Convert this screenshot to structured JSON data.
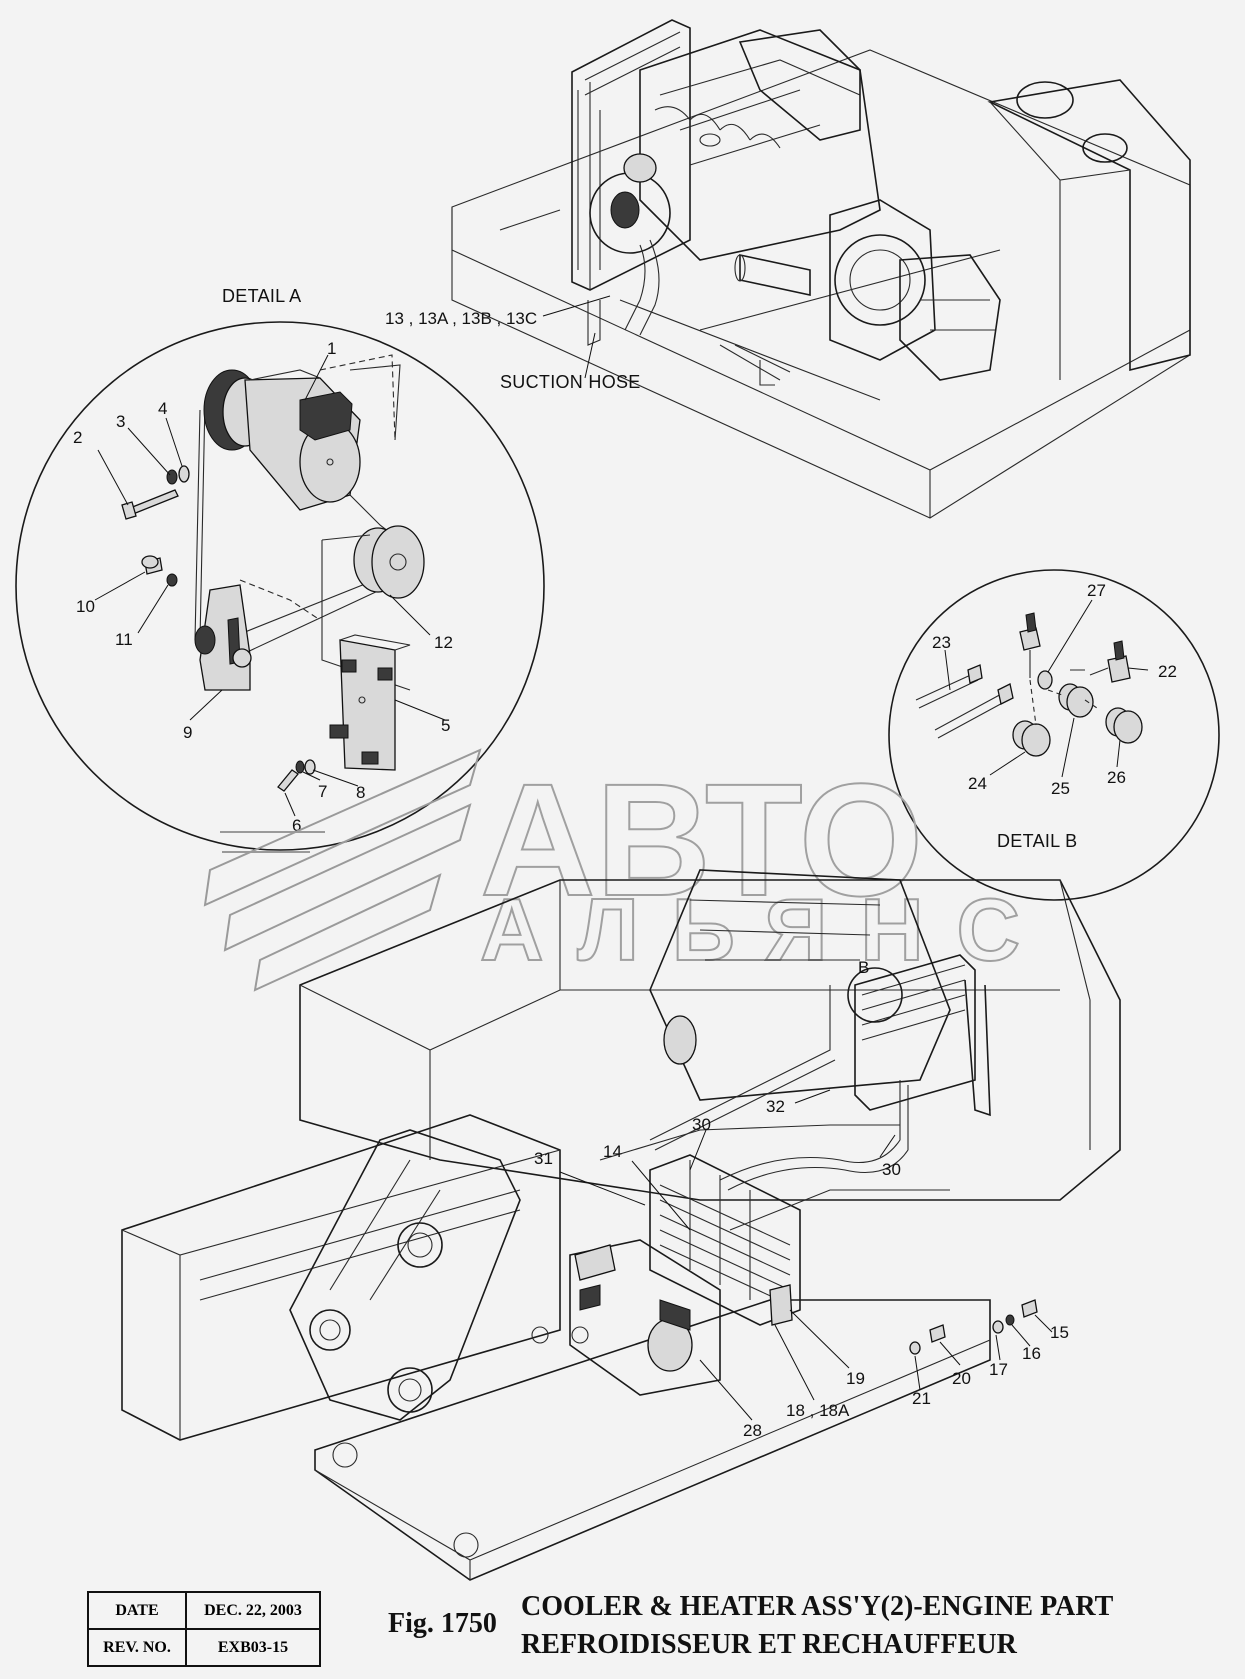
{
  "detail_a": {
    "title": "DETAIL  A",
    "callouts": [
      "1",
      "2",
      "3",
      "4",
      "5",
      "6",
      "7",
      "8",
      "9",
      "10",
      "11",
      "12"
    ]
  },
  "detail_b": {
    "title": "DETAIL  B",
    "callouts": [
      "22",
      "23",
      "24",
      "25",
      "26",
      "27"
    ]
  },
  "top_view": {
    "callout_13": "13 ,  13A ,  13B ,  13C",
    "suction_hose": "SUCTION HOSE"
  },
  "main_view": {
    "view_marker": "B",
    "callouts": [
      "14",
      "15",
      "16",
      "17",
      "18 ,  18A",
      "19",
      "20",
      "21",
      "28",
      "30",
      "30",
      "31",
      "32"
    ]
  },
  "watermark": {
    "line1": "АВТО",
    "line2": "АЛЬЯНС"
  },
  "title_block": {
    "date_label": "DATE",
    "date_value": "DEC.  22, 2003",
    "rev_label": "REV. NO.",
    "rev_value": "EXB03-15"
  },
  "figure": {
    "number": "Fig. 1750",
    "title_en": "COOLER & HEATER ASS'Y(2)-ENGINE PART",
    "title_fr": "REFROIDISSEUR ET RECHAUFFEUR"
  }
}
